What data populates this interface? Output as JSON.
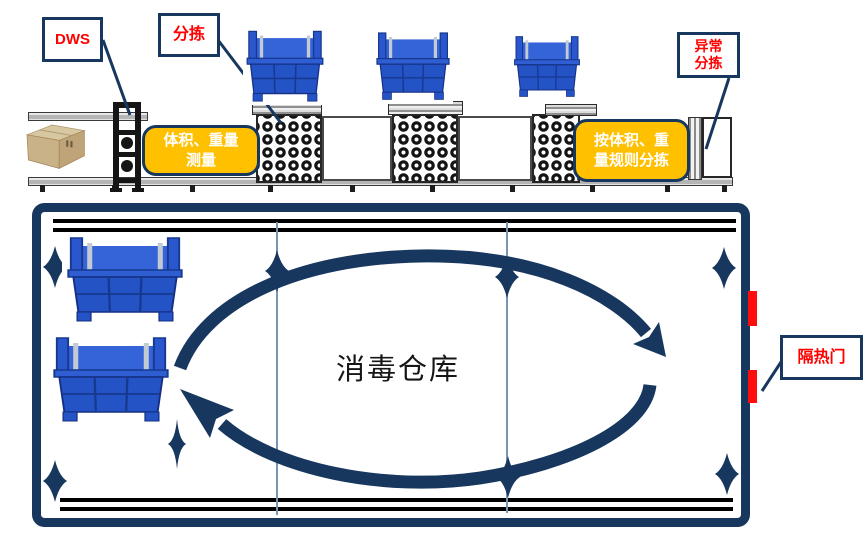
{
  "colors": {
    "navy": "#17375E",
    "accent_orange": "#FFC000",
    "callout_text_red": "#FF0000",
    "door_marker_red": "#FF0C0C",
    "guide_line_blue": "#7796B2",
    "bin_blue": "#2453C6"
  },
  "callouts": {
    "dws": {
      "label": "DWS"
    },
    "sorting": {
      "label": "分拣"
    },
    "abnormal_sorting": {
      "label": "异常\n分拣"
    },
    "insulated_door": {
      "label": "隔热门"
    }
  },
  "conveyor": {
    "measure_step": "体积、重量\n测量",
    "rule_sort_step": "按体积、重\n量规则分拣"
  },
  "warehouse": {
    "label": "消毒仓库"
  },
  "icons": {
    "cardboard_box": "parcel-box-icon",
    "blue_bin": "stillage-bin-icon",
    "dws_gantry": "scanner-gantry-icon",
    "roller_conveyor": "roller-conveyor-icon",
    "circulation_arrows": "circulation-arrows-icon",
    "diamond_marker": "diamond-marker-icon",
    "sparkle_marker": "sparkle-marker-icon",
    "door_marker": "door-marker-icon"
  }
}
